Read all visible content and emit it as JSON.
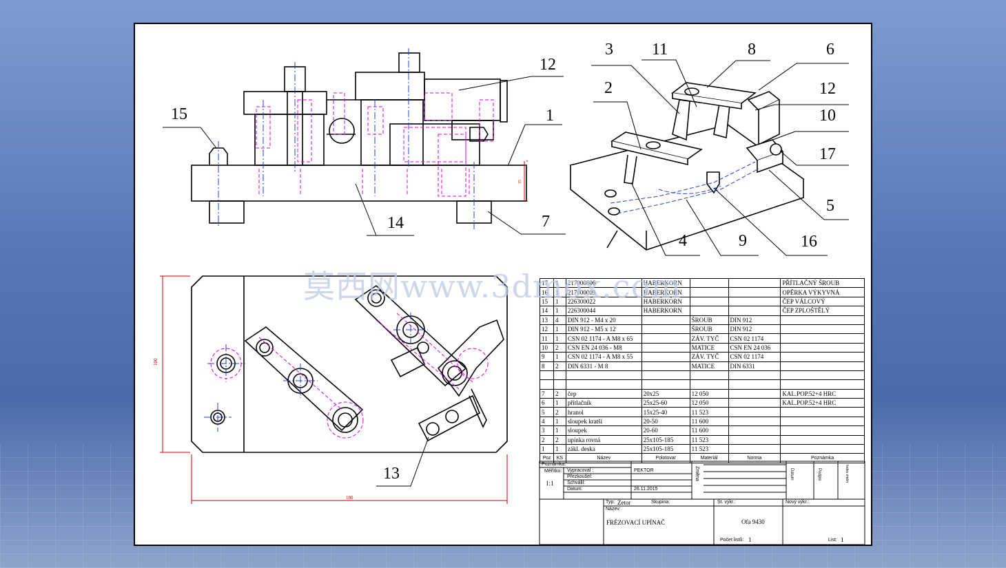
{
  "callouts": {
    "front_view": [
      "15",
      "1",
      "12",
      "14",
      "7"
    ],
    "iso_view": [
      "3",
      "11",
      "8",
      "6",
      "2",
      "12",
      "10",
      "17",
      "5",
      "16",
      "9",
      "4"
    ],
    "top_view": [
      "13"
    ]
  },
  "dimensions": {
    "width": "180",
    "height": "100",
    "base": "35"
  },
  "bom": {
    "rows": [
      {
        "poz": "17",
        "ks": "1",
        "nazev": "217000806",
        "polotovar": "HABERKORN",
        "material": "",
        "norma": "",
        "poznamka": "PŘÍTLAČNÝ ŠROUB"
      },
      {
        "poz": "16",
        "ks": "1",
        "nazev": "217000009",
        "polotovar": "HABERKORN",
        "material": "",
        "norma": "",
        "poznamka": "OPĚRKA VÝKYVNÁ"
      },
      {
        "poz": "15",
        "ks": "1",
        "nazev": "226300022",
        "polotovar": "HABERKORN",
        "material": "",
        "norma": "",
        "poznamka": "ČEP VÁLCOVÝ"
      },
      {
        "poz": "14",
        "ks": "1",
        "nazev": "226300044",
        "polotovar": "HABERKORN",
        "material": "",
        "norma": "",
        "poznamka": "ČEP ZPLOŠTĚLÝ"
      },
      {
        "poz": "13",
        "ks": "4",
        "nazev": "DIN 912 - M4 x 20",
        "polotovar": "",
        "material": "ŠROUB",
        "norma": "DIN 912",
        "poznamka": ""
      },
      {
        "poz": "12",
        "ks": "1",
        "nazev": "DIN 912 - M5 x 12",
        "polotovar": "",
        "material": "ŠROUB",
        "norma": "DIN 912",
        "poznamka": ""
      },
      {
        "poz": "11",
        "ks": "1",
        "nazev": "CSN 02 1174 - A M8 x 65",
        "polotovar": "",
        "material": "ZÁV. TYČ",
        "norma": "CSN 02 1174",
        "poznamka": ""
      },
      {
        "poz": "10",
        "ks": "2",
        "nazev": "CSN EN 24 036 - M8",
        "polotovar": "",
        "material": "MATICE",
        "norma": "CSN EN 24 036",
        "poznamka": ""
      },
      {
        "poz": "9",
        "ks": "1",
        "nazev": "CSN 02 1174 - A M8 x 55",
        "polotovar": "",
        "material": "ZÁV. TYČ",
        "norma": "CSN 02 1174",
        "poznamka": ""
      },
      {
        "poz": "8",
        "ks": "2",
        "nazev": "DIN 6331 - M 8",
        "polotovar": "",
        "material": "MATICE",
        "norma": "DIN 6331",
        "poznamka": ""
      },
      {
        "poz": "",
        "ks": "",
        "nazev": "",
        "polotovar": "",
        "material": "",
        "norma": "",
        "poznamka": ""
      },
      {
        "poz": "",
        "ks": "",
        "nazev": "",
        "polotovar": "",
        "material": "",
        "norma": "",
        "poznamka": ""
      },
      {
        "poz": "7",
        "ks": "2",
        "nazev": "čep",
        "polotovar": "20x25",
        "material": "12 050",
        "norma": "",
        "poznamka": "KAL.POP.52+4 HRC"
      },
      {
        "poz": "6",
        "ks": "1",
        "nazev": "přítlačník",
        "polotovar": "25x25-60",
        "material": "12 050",
        "norma": "",
        "poznamka": "KAL.POP.52+4 HRC"
      },
      {
        "poz": "5",
        "ks": "2",
        "nazev": "hranol",
        "polotovar": "15x25-40",
        "material": "11 523",
        "norma": "",
        "poznamka": ""
      },
      {
        "poz": "4",
        "ks": "1",
        "nazev": "sloupek kratší",
        "polotovar": "20-50",
        "material": "11 600",
        "norma": "",
        "poznamka": ""
      },
      {
        "poz": "3",
        "ks": "1",
        "nazev": "sloupek",
        "polotovar": "20-60",
        "material": "11 600",
        "norma": "",
        "poznamka": ""
      },
      {
        "poz": "2",
        "ks": "2",
        "nazev": "upínka rovná",
        "polotovar": "25x105-185",
        "material": "11 523",
        "norma": "",
        "poznamka": ""
      },
      {
        "poz": "1",
        "ks": "1",
        "nazev": "zákl. deska",
        "polotovar": "25x105-185",
        "material": "11 523",
        "norma": "",
        "poznamka": ""
      }
    ],
    "header": {
      "poz": "Poz",
      "ks": "KS",
      "nazev": "Název",
      "polotovar": "Polotovar",
      "material": "Materiál",
      "norma": "Norma",
      "poznamka": "Poznámka"
    }
  },
  "title_block": {
    "poznamka": "Poznámka:",
    "meritko_label": "Měřítko:",
    "meritko": "1:1",
    "vypracoval_label": "Vypracoval :",
    "vypracoval": "PEKTOR",
    "prezkousel_label": "Přezkoušel:",
    "schvalil_label": "Schválil:",
    "datum_label": "Datum:",
    "datum": "26.11.2015",
    "zmena": "Změna",
    "datum_v": "Datum",
    "podpis_v": "Podpis",
    "index_v": "Index změn",
    "typ_label": "Typ:",
    "typ": "Zetor",
    "skupina_label": "Skupina:",
    "st_vykr_label": "St. výkr.:",
    "novy_vykr_label": "Nový výkr.:",
    "nazev_label": "Název:",
    "nazev": "FRÉZOVACÍ UPÍNAČ",
    "cislo": "Ofa 9430",
    "pocet_listu_label": "Počet listů:",
    "pocet_listu": "1",
    "list_label": "List:",
    "list": "1"
  },
  "watermark": "莫西网www.3dmox.com",
  "colors": {
    "line": "#000000",
    "hidden": "#e000e0",
    "center": "#2040d0",
    "dimension": "#cc0000"
  }
}
